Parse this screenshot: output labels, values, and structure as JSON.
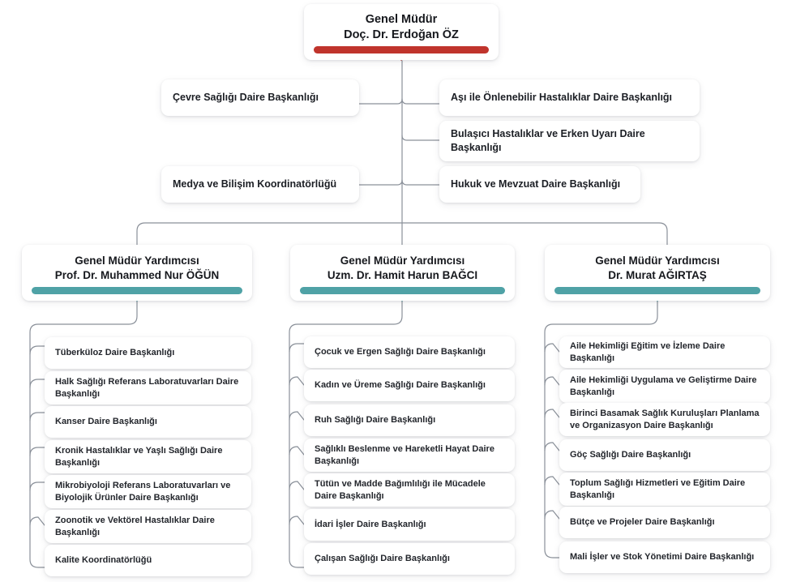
{
  "colors": {
    "root_accent": "#c0342c",
    "deputy_accent": "#4fa2a6",
    "connector": "#8a9099",
    "card_background": "#ffffff",
    "page_background": "#ffffff",
    "text": "#16181d"
  },
  "root": {
    "role": "Genel Müdür",
    "name": "Doç. Dr. Erdoğan ÖZ",
    "accent_color": "#c0342c"
  },
  "direct_reports": [
    {
      "label": "Çevre Sağlığı Daire Başkanlığı",
      "side": "left"
    },
    {
      "label": "Aşı ile Önlenebilir Hastalıklar Daire Başkanlığı",
      "side": "right"
    },
    {
      "label": "Bulaşıcı Hastalıklar ve Erken Uyarı Daire Başkanlığı",
      "side": "right"
    },
    {
      "label": "Medya ve Bilişim Koordinatörlüğü",
      "side": "left"
    },
    {
      "label": "Hukuk ve Mevzuat Daire Başkanlığı",
      "side": "right"
    }
  ],
  "deputies": [
    {
      "role": "Genel Müdür Yardımcısı",
      "name": "Prof. Dr. Muhammed Nur ÖĞÜN",
      "accent_color": "#4fa2a6",
      "units": [
        "Tüberküloz Daire Başkanlığı",
        "Halk Sağlığı Referans Laboratuvarları Daire Başkanlığı",
        "Kanser Daire Başkanlığı",
        "Kronik Hastalıklar ve Yaşlı  Sağlığı Daire Başkanlığı",
        "Mikrobiyoloji Referans Laboratuvarları ve Biyolojik Ürünler Daire Başkanlığı",
        "Zoonotik ve Vektörel Hastalıklar Daire Başkanlığı",
        "Kalite Koordinatörlüğü"
      ]
    },
    {
      "role": "Genel Müdür Yardımcısı",
      "name": "Uzm. Dr. Hamit Harun BAĞCI",
      "accent_color": "#4fa2a6",
      "units": [
        "Çocuk ve Ergen Sağlığı Daire Başkanlığı",
        "Kadın ve Üreme Sağlığı Daire Başkanlığı",
        "Ruh Sağlığı Daire Başkanlığı",
        "Sağlıklı Beslenme ve Hareketli Hayat Daire Başkanlığı",
        "Tütün ve Madde Bağımlılığı ile Mücadele Daire Başkanlığı",
        "İdari İşler Daire Başkanlığı",
        "Çalışan Sağlığı Daire Başkanlığı"
      ]
    },
    {
      "role": "Genel Müdür Yardımcısı",
      "name": "Dr. Murat AĞIRTAŞ",
      "accent_color": "#4fa2a6",
      "units": [
        "Aile Hekimliği Eğitim ve İzleme Daire Başkanlığı",
        "Aile Hekimliği Uygulama ve Geliştirme Daire Başkanlığı",
        "Birinci Basamak Sağlık Kuruluşları Planlama ve Organizasyon Daire Başkanlığı",
        "Göç Sağlığı Daire Başkanlığı",
        "Toplum Sağlığı Hizmetleri ve Eğitim Daire Başkanlığı",
        "Bütçe ve Projeler Daire Başkanlığı",
        "Mali İşler ve Stok Yönetimi Daire Başkanlığı"
      ]
    }
  ]
}
